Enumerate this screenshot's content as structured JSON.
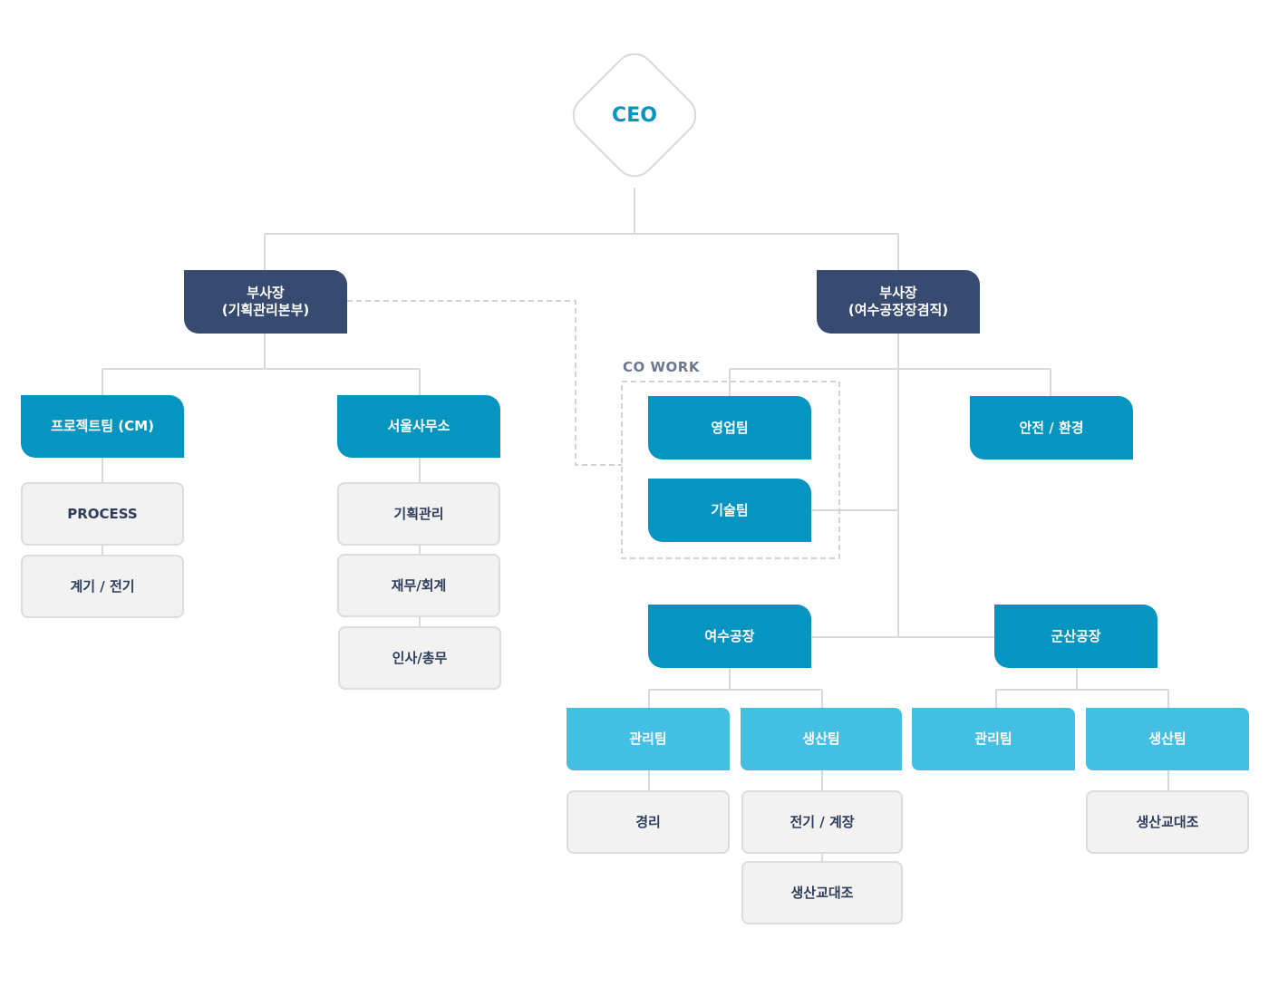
{
  "ceo": "CEO",
  "co_work_label": "CO WORK",
  "vp_planning": "부사장\n(기획관리본부)",
  "vp_yeosu": "부사장\n(여수공장장겸직)",
  "project_team": "프로젝트팀 (CM)",
  "process": "PROCESS",
  "instrument_electric": "계기 / 전기",
  "seoul_office": "서울사무소",
  "planning_mgmt": "기획관리",
  "finance_accounting": "재무/회계",
  "hr_general": "인사/총무",
  "sales_team": "영업팀",
  "tech_team": "기술팀",
  "safety_env": "안전 / 환경",
  "yeosu_plant": "여수공장",
  "gunsan_plant": "군산공장",
  "yeosu_mgmt_team": "관리팀",
  "yeosu_prod_team": "생산팀",
  "gunsan_mgmt_team": "관리팀",
  "gunsan_prod_team": "생산팀",
  "accounting": "경리",
  "electric_instrument": "전기 / 계장",
  "yeosu_shift": "생산교대조",
  "gunsan_shift": "생산교대조",
  "colors": {
    "exec": "#374b70",
    "dept": "#0695c0",
    "team": "#42bfe2",
    "unit_bg": "#f2f2f3",
    "line": "#d9d9db"
  }
}
